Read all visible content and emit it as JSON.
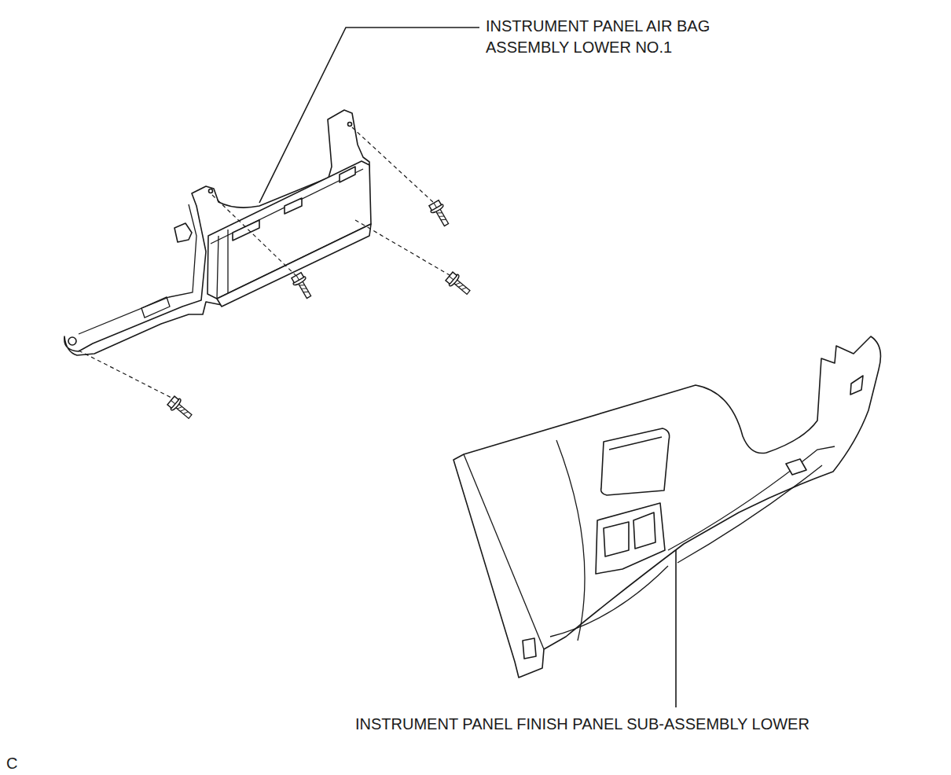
{
  "diagram": {
    "labels": [
      "INSTRUMENT PANEL AIR BAG ASSEMBLY LOWER NO.1",
      "INSTRUMENT PANEL FINISH PANEL SUB-ASSEMBLY LOWER",
      "C"
    ]
  }
}
